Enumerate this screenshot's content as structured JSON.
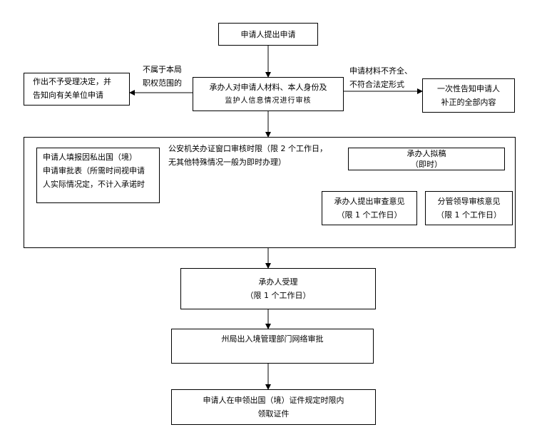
{
  "start": "申请人提出申请",
  "review": [
    "承办人对申请人材料、本人身份及",
    "监护人信息情况进行审核"
  ],
  "reject_note": [
    "不属于本局",
    "职权范围的"
  ],
  "reject": [
    "作出不予受理决定，并",
    "告知向有关单位申请"
  ],
  "incomplete_note": [
    "申请材料不齐全、",
    "不符合法定形式"
  ],
  "notify": [
    "一次性告知申请人",
    "补正的全部内容"
  ],
  "fill_form": [
    "申请人填报因私出国（境）",
    "申请审批表（所需时间视申请",
    "人实际情况定，不计入承诺时"
  ],
  "window_limit": [
    "公安机关办证窗口审核时限（限 2 个工作日，",
    "无其他特殊情况一般为即时办理）"
  ],
  "draft": [
    "承办人拟稿",
    "（即时）"
  ],
  "opinion": [
    "承办人提出审查意见",
    "（限 1 个工作日）"
  ],
  "leader": [
    "分管领导审核意见",
    "（限 1 个工作日）"
  ],
  "accept": [
    "承办人受理",
    "（限 1 个工作日）"
  ],
  "network": "州局出入境管理部门网络审批",
  "collect": [
    "申请人在申领出国（境）证件规定时限内",
    "领取证件"
  ]
}
